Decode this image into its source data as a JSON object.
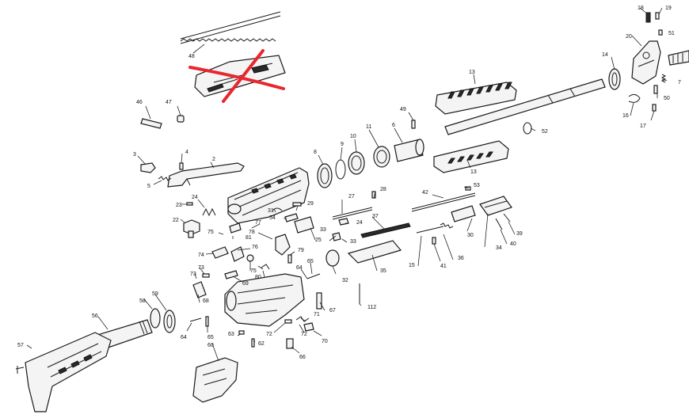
{
  "callouts": [
    {
      "id": "c-48",
      "text": "48"
    },
    {
      "id": "c-46",
      "text": "46"
    },
    {
      "id": "c-47",
      "text": "47"
    },
    {
      "id": "c-3",
      "text": "3"
    },
    {
      "id": "c-4",
      "text": "4"
    },
    {
      "id": "c-2",
      "text": "2"
    },
    {
      "id": "c-5",
      "text": "5"
    },
    {
      "id": "c-24a",
      "text": "24"
    },
    {
      "id": "c-23",
      "text": "23"
    },
    {
      "id": "c-22",
      "text": "22"
    },
    {
      "id": "c-8",
      "text": "8"
    },
    {
      "id": "c-9",
      "text": "9"
    },
    {
      "id": "c-10",
      "text": "10"
    },
    {
      "id": "c-11",
      "text": "11"
    },
    {
      "id": "c-6",
      "text": "6"
    },
    {
      "id": "c-49",
      "text": "49"
    },
    {
      "id": "c-13a",
      "text": "13"
    },
    {
      "id": "c-13b",
      "text": "13"
    },
    {
      "id": "c-14",
      "text": "14"
    },
    {
      "id": "c-18",
      "text": "18"
    },
    {
      "id": "c-19",
      "text": "19"
    },
    {
      "id": "c-20",
      "text": "20"
    },
    {
      "id": "c-51",
      "text": "51"
    },
    {
      "id": "c-7",
      "text": "7"
    },
    {
      "id": "c-50",
      "text": "50"
    },
    {
      "id": "c-16",
      "text": "16"
    },
    {
      "id": "c-17",
      "text": "17"
    },
    {
      "id": "c-52",
      "text": "52"
    },
    {
      "id": "c-53",
      "text": "53"
    },
    {
      "id": "c-42",
      "text": "42"
    },
    {
      "id": "c-27",
      "text": "27"
    },
    {
      "id": "c-28",
      "text": "28"
    },
    {
      "id": "c-29",
      "text": "29"
    },
    {
      "id": "c-31",
      "text": "31"
    },
    {
      "id": "c-54",
      "text": "54"
    },
    {
      "id": "c-24b",
      "text": "24"
    },
    {
      "id": "c-37",
      "text": "37"
    },
    {
      "id": "c-77",
      "text": "77"
    },
    {
      "id": "c-75a",
      "text": "75"
    },
    {
      "id": "c-81",
      "text": "81"
    },
    {
      "id": "c-78",
      "text": "78"
    },
    {
      "id": "c-25",
      "text": "25"
    },
    {
      "id": "c-33a",
      "text": "33"
    },
    {
      "id": "c-33b",
      "text": "33"
    },
    {
      "id": "c-30",
      "text": "30"
    },
    {
      "id": "c-34",
      "text": "34"
    },
    {
      "id": "c-39",
      "text": "39"
    },
    {
      "id": "c-40",
      "text": "40"
    },
    {
      "id": "c-15",
      "text": "15"
    },
    {
      "id": "c-41",
      "text": "41"
    },
    {
      "id": "c-36",
      "text": "36"
    },
    {
      "id": "c-35",
      "text": "35"
    },
    {
      "id": "c-74",
      "text": "74"
    },
    {
      "id": "c-76",
      "text": "76"
    },
    {
      "id": "c-75b",
      "text": "75"
    },
    {
      "id": "c-79",
      "text": "79"
    },
    {
      "id": "c-80",
      "text": "80"
    },
    {
      "id": "c-73a",
      "text": "73"
    },
    {
      "id": "c-73b",
      "text": "73"
    },
    {
      "id": "c-69",
      "text": "69"
    },
    {
      "id": "c-65a",
      "text": "65"
    },
    {
      "id": "c-64a",
      "text": "64"
    },
    {
      "id": "c-32",
      "text": "32"
    },
    {
      "id": "c-68",
      "text": "68"
    },
    {
      "id": "c-56",
      "text": "56"
    },
    {
      "id": "c-58",
      "text": "58"
    },
    {
      "id": "c-59",
      "text": "59"
    },
    {
      "id": "c-57",
      "text": "57"
    },
    {
      "id": "c-64b",
      "text": "64"
    },
    {
      "id": "c-65b",
      "text": "65"
    },
    {
      "id": "c-63",
      "text": "63"
    },
    {
      "id": "c-62",
      "text": "62"
    },
    {
      "id": "c-60",
      "text": "60"
    },
    {
      "id": "c-72a",
      "text": "72"
    },
    {
      "id": "c-72b",
      "text": "72"
    },
    {
      "id": "c-71",
      "text": "71"
    },
    {
      "id": "c-70",
      "text": "70"
    },
    {
      "id": "c-66",
      "text": "66"
    },
    {
      "id": "c-67",
      "text": "67"
    },
    {
      "id": "c-112",
      "text": "112"
    }
  ],
  "colors": {
    "crossout": "#e8272f",
    "line": "#1a1a1a",
    "paper": "#ffffff"
  }
}
